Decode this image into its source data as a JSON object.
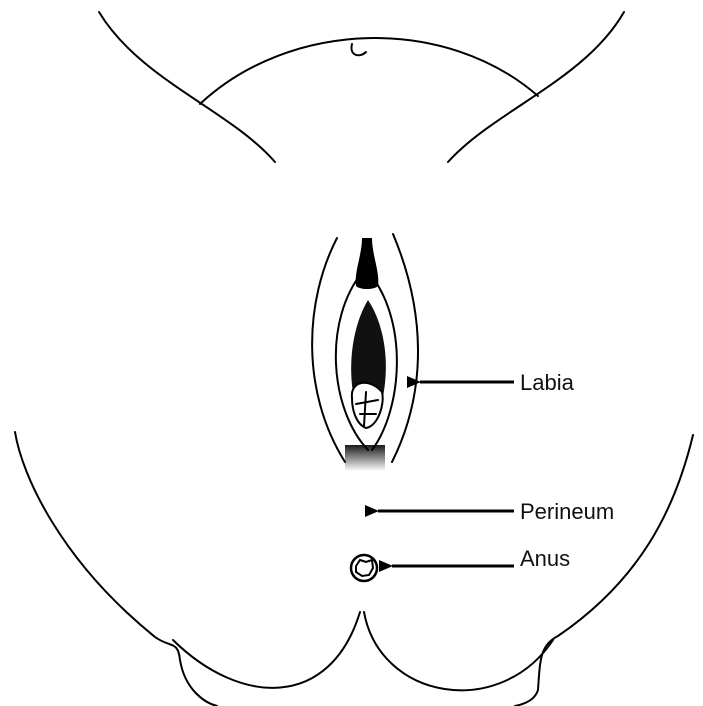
{
  "diagram": {
    "labels": {
      "labia": "Labia",
      "perineum": "Perineum",
      "anus": "Anus"
    },
    "colors": {
      "stroke": "#000000",
      "background": "#ffffff",
      "text": "#111111"
    }
  }
}
